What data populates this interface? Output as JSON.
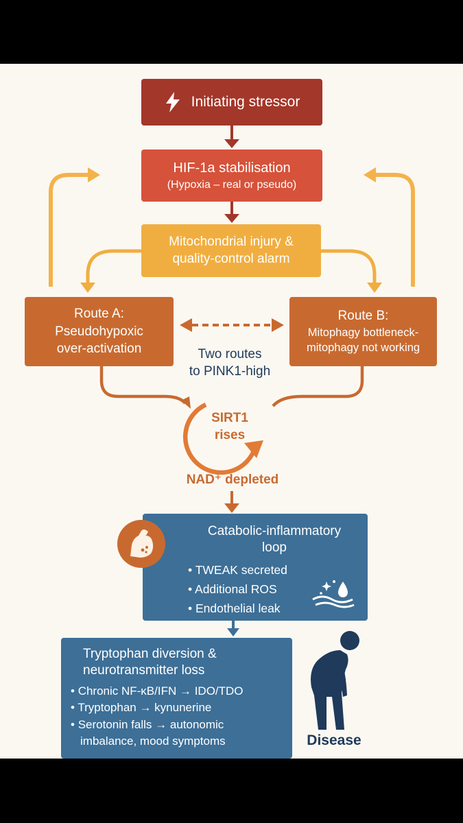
{
  "colors": {
    "dark_red": "#a3372a",
    "red_orange": "#d6523a",
    "amber": "#f1ae40",
    "orange": "#c86a30",
    "steel_blue": "#3d6f97",
    "navy": "#1f3a5a"
  },
  "icons": {
    "stressor": "lightning-bolt-icon",
    "catabolic": "flexed-arm-icon",
    "leak": "water-drop-icon",
    "disease": "stooped-person-icon"
  },
  "stressor": {
    "label": "Initiating stressor"
  },
  "hif": {
    "line1": "HIF-1a stabilisation",
    "line2": "(Hypoxia – real or pseudo)"
  },
  "mito": {
    "line1": "Mitochondrial injury &",
    "line2": "quality-control alarm"
  },
  "route_a": {
    "line1": "Route A:",
    "line2": "Pseudohypoxic",
    "line3": "over-activation"
  },
  "route_b": {
    "line1": "Route B:",
    "line2": "Mitophagy bottleneck-",
    "line3": "mitophagy not working"
  },
  "connector": {
    "line1": "Two routes",
    "line2": "to PINK1-high"
  },
  "sirt1": {
    "line1": "SIRT1",
    "line2": "rises"
  },
  "nad": {
    "label": "NAD⁺ depleted"
  },
  "catabolic": {
    "title_line1": "Catabolic-inflammatory",
    "title_line2": "loop",
    "bullets": [
      "TWEAK secreted",
      "Additional ROS",
      "Endothelial leak"
    ]
  },
  "tryptophan": {
    "title_line1": "Tryptophan diversion &",
    "title_line2": "neurotransmitter loss",
    "bullets": [
      "Chronic NF-κB/IFN → IDO/TDO",
      "Tryptophan → kynunerine",
      "Serotonin falls → autonomic",
      "imbalance, mood symptoms"
    ]
  },
  "disease": {
    "label": "Disease"
  }
}
